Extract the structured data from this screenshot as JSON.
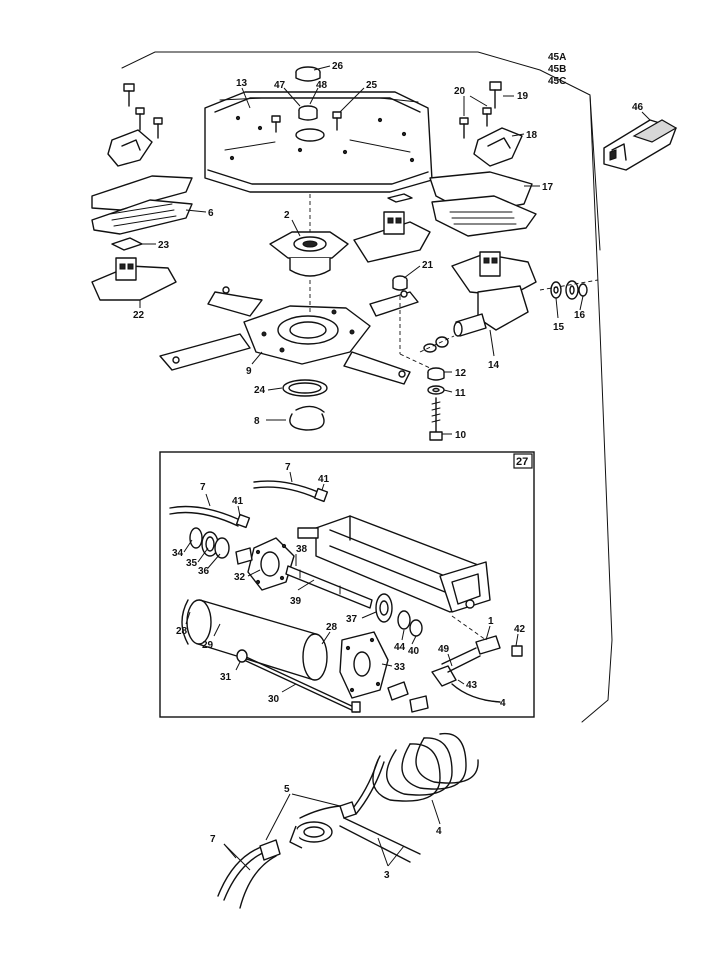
{
  "diagram": {
    "variants": [
      "45A",
      "45B",
      "45C"
    ],
    "upper_assembly": {
      "callouts": [
        "26",
        "13",
        "47",
        "48",
        "25",
        "19",
        "20",
        "18",
        "17",
        "6",
        "2",
        "23",
        "22",
        "21",
        "15",
        "16",
        "14",
        "9",
        "12",
        "11",
        "24",
        "8",
        "10",
        "46"
      ]
    },
    "cylinder_box": {
      "tag": "27",
      "callouts": [
        "7",
        "41",
        "7",
        "41",
        "34",
        "35",
        "36",
        "38",
        "32",
        "39",
        "28",
        "29",
        "37",
        "44",
        "40",
        "1",
        "42",
        "28",
        "33",
        "31",
        "49",
        "43",
        "30",
        "4"
      ]
    },
    "hose_detail": {
      "callouts": [
        "5",
        "4",
        "7",
        "3"
      ]
    }
  }
}
